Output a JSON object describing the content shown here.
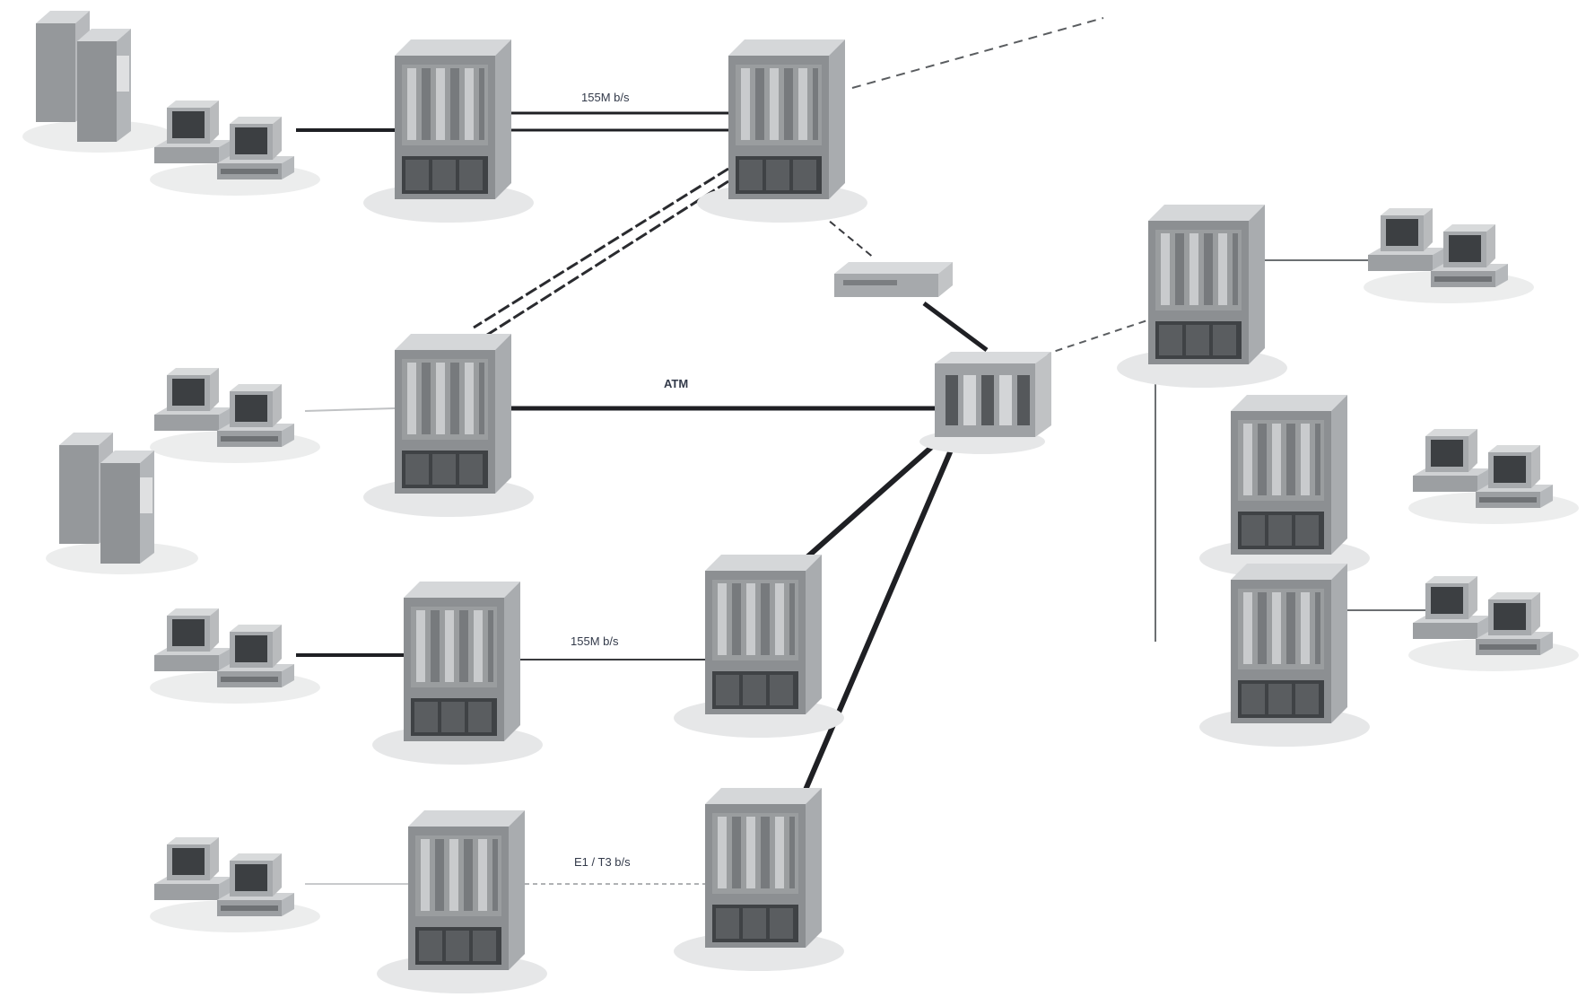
{
  "diagram": {
    "link_labels": {
      "top_switch_pair": "155M b/s",
      "atm_trunk": "ATM",
      "third_row_pair": "155M b/s",
      "bottom_row_pair": "E1 / T3 b/s"
    },
    "legend_note": "",
    "device_labels": {}
  },
  "colors": {
    "device_front": "#8a8d90",
    "device_side": "#b9bcbf",
    "device_top": "#d7d9db",
    "link_line": "#1f2024",
    "label_text": "#2f3f74"
  }
}
